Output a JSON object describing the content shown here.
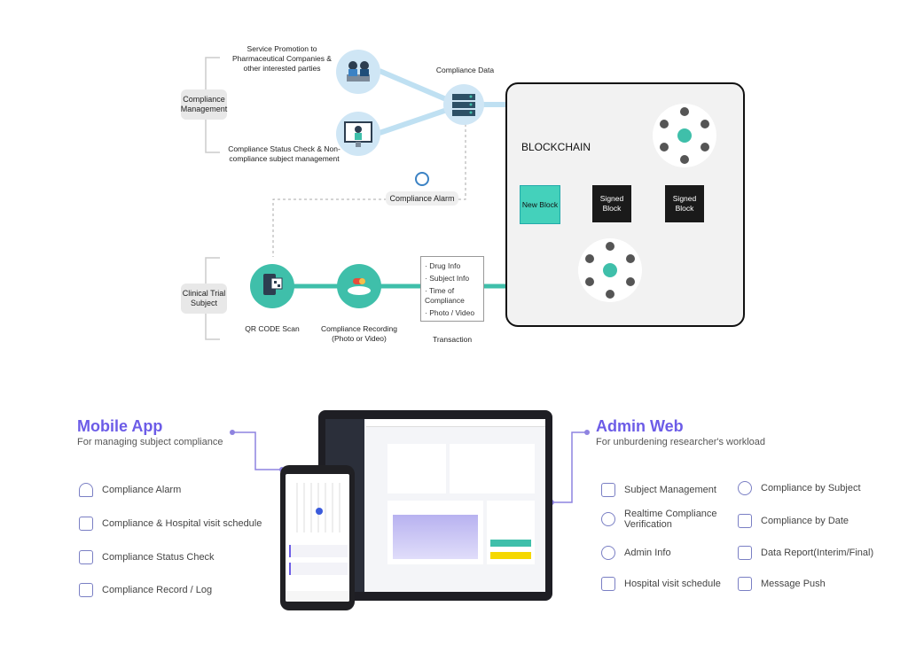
{
  "top_diagram": {
    "compliance_management": "Compliance Management",
    "clinical_trial_subject": "Clinical Trial Subject",
    "service_promotion": "Service Promotion to Pharmaceutical Companies & other interested parties",
    "status_check": "Compliance Status Check & Non-compliance subject management",
    "compliance_data": "Compliance Data",
    "compliance_alarm": "Compliance Alarm",
    "qr_code_scan": "QR CODE Scan",
    "compliance_recording": "Compliance Recording (Photo or Video)",
    "transaction_items": [
      "Drug Info",
      "Subject Info",
      "Time of Compliance",
      "Photo / Video"
    ],
    "transaction": "Transaction",
    "blockchain": "BLOCKCHAIN",
    "new_block": "New Block",
    "signed_block_1": "Signed Block",
    "signed_block_2": "Signed Block"
  },
  "mobile_app": {
    "title": "Mobile App",
    "subtitle": "For managing subject compliance",
    "features": [
      {
        "label": "Compliance Alarm",
        "icon": "bell-icon"
      },
      {
        "label": "Compliance & Hospital visit schedule",
        "icon": "calendar-icon"
      },
      {
        "label": "Compliance Status Check",
        "icon": "checklist-icon"
      },
      {
        "label": "Compliance Record / Log",
        "icon": "record-icon"
      }
    ]
  },
  "admin_web": {
    "title": "Admin Web",
    "subtitle": "For unburdening researcher's workload",
    "features_left": [
      {
        "label": "Subject Management",
        "icon": "id-card-icon"
      },
      {
        "label": "Realtime Compliance Verification",
        "icon": "clock-check-icon"
      },
      {
        "label": "Admin Info",
        "icon": "gears-icon"
      },
      {
        "label": "Hospital visit schedule",
        "icon": "calendar-icon"
      }
    ],
    "features_right": [
      {
        "label": "Compliance by Subject",
        "icon": "pie-chart-icon"
      },
      {
        "label": "Compliance by Date",
        "icon": "bar-chart-icon"
      },
      {
        "label": "Data Report(Interim/Final)",
        "icon": "report-icon"
      },
      {
        "label": "Message Push",
        "icon": "envelope-icon"
      }
    ]
  },
  "colors": {
    "teal": "#3fbfaa",
    "purple": "#6c5ce7",
    "blue_line": "#bfe0f2"
  }
}
